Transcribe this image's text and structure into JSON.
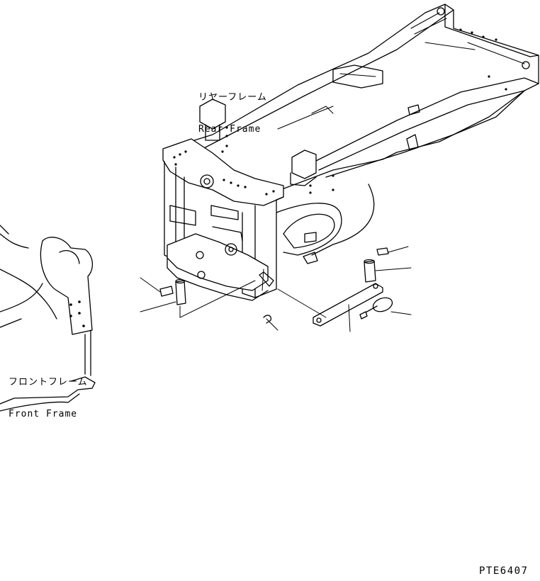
{
  "labels": {
    "rear_frame": {
      "jp": "リヤーフレーム",
      "en": "Rear Frame"
    },
    "front_frame": {
      "jp": "フロントフレーム",
      "en": "Front Frame"
    }
  },
  "drawing_code": "PTE6407",
  "colors": {
    "ink": "#000000",
    "paper": "#ffffff"
  }
}
